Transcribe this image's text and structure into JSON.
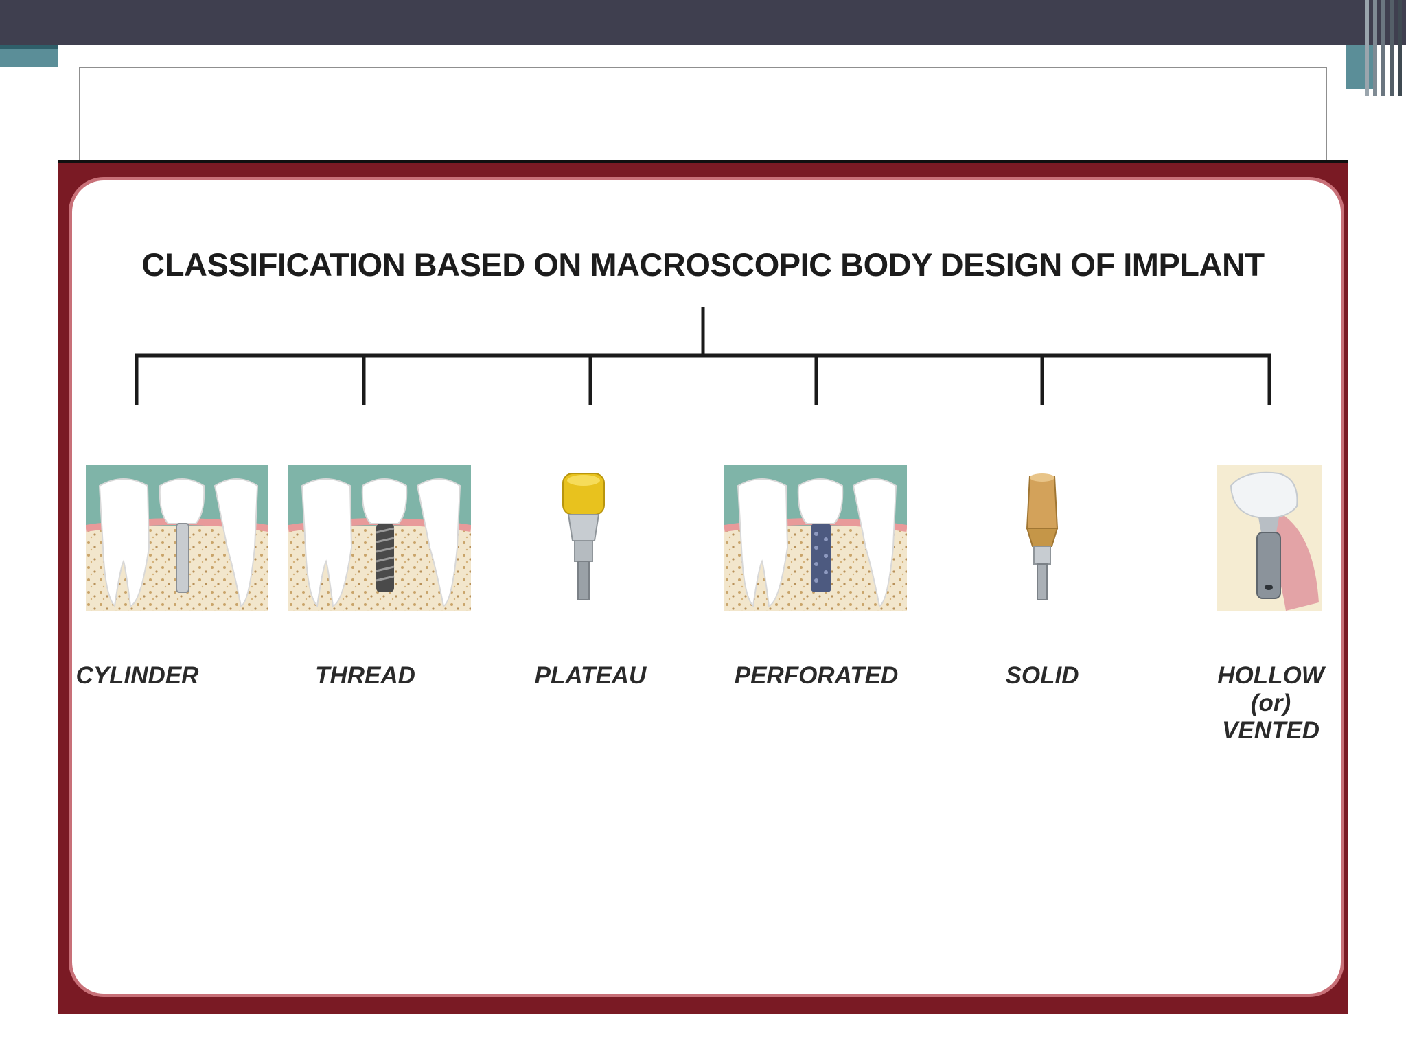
{
  "slide": {
    "colors": {
      "top_bar": "#3f3f4f",
      "accent": "#5b8e98",
      "frame": "#7a1a24"
    }
  },
  "diagram": {
    "title": "CLASSIFICATION BASED ON MACROSCOPIC BODY DESIGN OF IMPLANT",
    "categories": [
      {
        "label": "CYLINDER",
        "icon": "cylinder-implant-in-jaw-icon"
      },
      {
        "label": "THREAD",
        "icon": "threaded-implant-in-jaw-icon"
      },
      {
        "label": "PLATEAU",
        "icon": "plateau-implant-abutment-icon"
      },
      {
        "label": "PERFORATED",
        "icon": "perforated-implant-in-jaw-icon"
      },
      {
        "label": "SOLID",
        "icon": "solid-implant-abutment-icon"
      },
      {
        "label_lines": [
          "HOLLOW",
          "(or)",
          "VENTED"
        ],
        "icon": "hollow-vented-implant-icon"
      }
    ]
  }
}
